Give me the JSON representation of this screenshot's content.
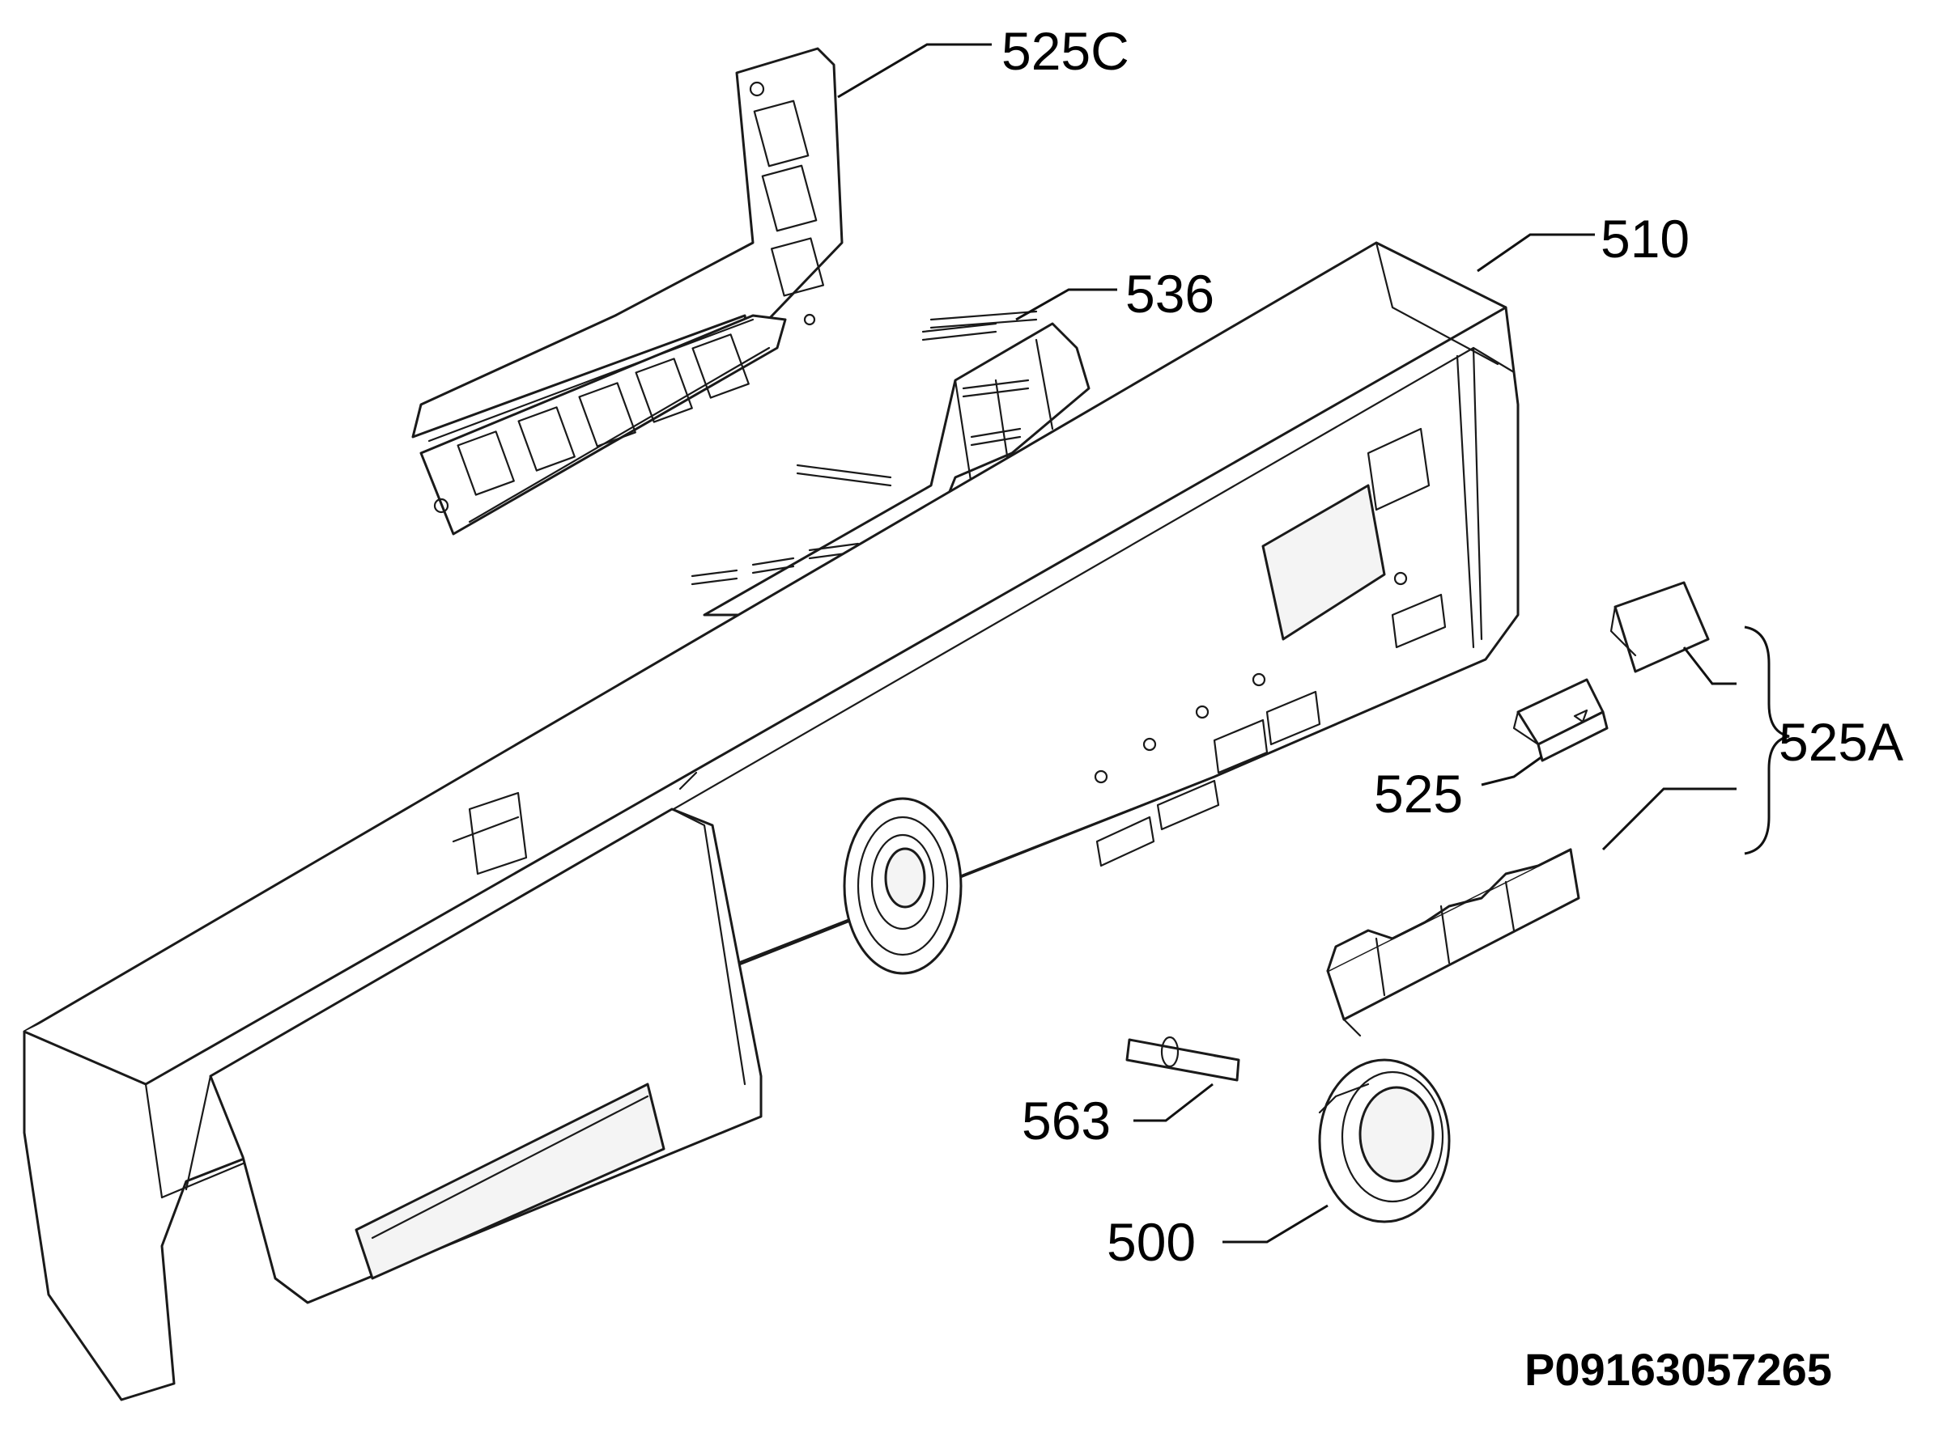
{
  "callouts": {
    "c525C": "525C",
    "c510": "510",
    "c536": "536",
    "c525A": "525A",
    "c525": "525",
    "c563": "563",
    "c500": "500"
  },
  "drawing_code": "P09163057265",
  "colors": {
    "line": "#1a1a1a",
    "background": "#ffffff"
  }
}
